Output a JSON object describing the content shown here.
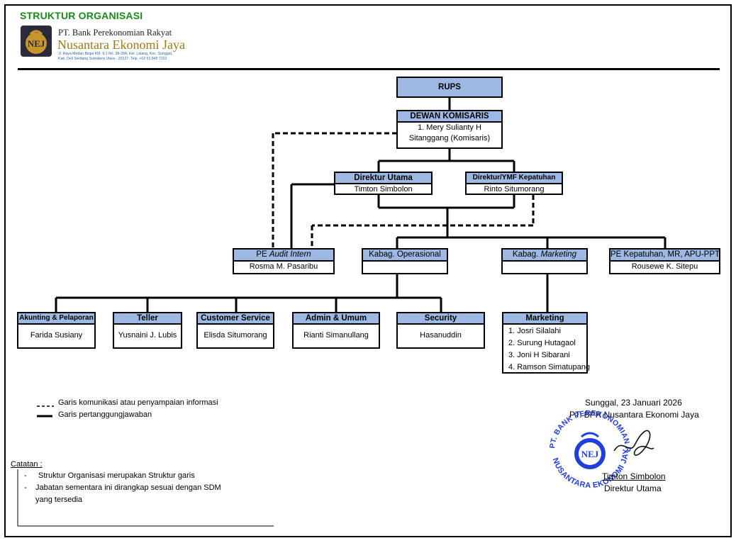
{
  "header": {
    "title": "STRUKTUR ORGANISASI",
    "logo_text": "NEJ",
    "bank_line1": "PT. Bank Perekonomian Rakyat",
    "bank_line2": "Nusantara Ekonomi Jaya",
    "address1": "Jl. Raya Medan Binjai KM. 9,1 No. 38-28A, Kel. Lalang, Kec. Sunggal,",
    "address2": "Kab. Deli Serdang Sumatera Utara - 20127. Telp. +62 61 845 7222"
  },
  "chart": {
    "rups": "RUPS",
    "komisaris": {
      "title": "DEWAN KOMISARIS",
      "line1": "1. Mery Sulianty H",
      "line2": "Sitanggang (Komisaris)"
    },
    "dirut": {
      "title": "Direktur Utama",
      "name": "Timton Simbolon"
    },
    "dirkep": {
      "title": "Direktur/YMF Kepatuhan",
      "name": "Rinto Situmorang"
    },
    "audit": {
      "title_prefix": "PE ",
      "title_italic": "Audit Intern",
      "name": "Rosma M. Pasaribu"
    },
    "operasional": {
      "title": "Kabag. Operasional",
      "name": ""
    },
    "marketing_head": {
      "title_prefix": "Kabag. ",
      "title_italic": "Marketing",
      "name": ""
    },
    "kepatuhan": {
      "title": "PE Kepatuhan, MR, APU-PPT",
      "name": "Rousewe K. Sitepu"
    },
    "akunting": {
      "title": "Akunting  & Pelaporan",
      "name": "Farida Susiany"
    },
    "teller": {
      "title": "Teller",
      "name": "Yusnaini J. Lubis"
    },
    "cs": {
      "title": "Customer Service",
      "name": "Elisda Situmorang"
    },
    "admin": {
      "title": "Admin & Umum",
      "name": "Rianti Simanullang"
    },
    "security": {
      "title": "Security",
      "name": "Hasanuddin"
    },
    "marketing": {
      "title": "Marketing",
      "members": [
        "1. Josri Silalahi",
        "2. Surung Hutagaol",
        "3. Joni H Sibarani",
        "4. Ramson Simatupang"
      ]
    }
  },
  "legend": {
    "dashed": "Garis komunikasi atau penyampaian informasi",
    "solid": "Garis pertanggungjawaban"
  },
  "notes": {
    "title": "Catatan :",
    "item1": "Struktur Organisasi merupakan Struktur garis",
    "item2_line1": "Jabatan sementara ini dirangkap sesuai dengan SDM",
    "item2_line2": "yang tersedia"
  },
  "signature": {
    "place_date": "Sunggal, 23 Januari 2026",
    "company": "PT. BPR Nusantara Ekonomi Jaya",
    "name": "Timton Simbolon",
    "position": "Direktur Utama",
    "stamp_top": "PT. BANK PEREKONOMIAN RAKYAT",
    "stamp_bottom": "NUSANTARA EKONOMI JAYA",
    "stamp_center": "NEJ"
  },
  "colors": {
    "header_fill": "#9db8e2",
    "title_green": "#1a8a1a",
    "stamp_blue": "#1f3fd8",
    "logo_gold": "#a07a1a"
  }
}
